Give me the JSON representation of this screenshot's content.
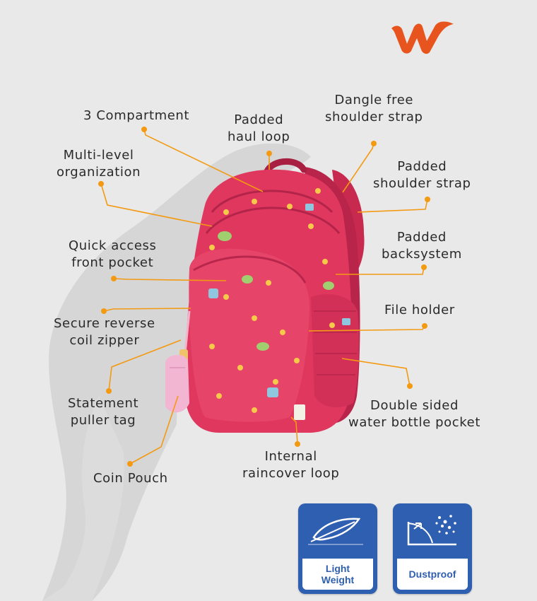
{
  "brand": {
    "logo_icon": "wildcraft-w-logo-icon",
    "logo_color": "#e8541e"
  },
  "colors": {
    "accent_line": "#f39a12",
    "bag_pink": "#e23a62",
    "badge_blue": "#2f5fb0"
  },
  "labels": {
    "three_compartment": {
      "line1": "3 Compartment"
    },
    "padded_haul_loop": {
      "line1": "Padded",
      "line2": "haul loop"
    },
    "dangle_free_strap": {
      "line1": "Dangle free",
      "line2": "shoulder strap"
    },
    "multi_level": {
      "line1": "Multi-level",
      "line2": "organization"
    },
    "padded_shoulder": {
      "line1": "Padded",
      "line2": "shoulder strap"
    },
    "quick_access": {
      "line1": "Quick access",
      "line2": "front pocket"
    },
    "padded_back": {
      "line1": "Padded",
      "line2": "backsystem"
    },
    "file_holder": {
      "line1": "File holder"
    },
    "secure_zipper": {
      "line1": "Secure reverse",
      "line2": "coil zipper"
    },
    "double_sided": {
      "line1": "Double sided",
      "line2": "water bottle pocket"
    },
    "puller_tag": {
      "line1": "Statement",
      "line2": "puller tag"
    },
    "raincover": {
      "line1": "Internal",
      "line2": "raincover loop"
    },
    "coin_pouch": {
      "line1": "Coin Pouch"
    }
  },
  "badges": {
    "light_weight": {
      "line1": "Light",
      "line2": "Weight",
      "icon": "feather-icon"
    },
    "dustproof": {
      "line1": "Dustproof",
      "line2": "",
      "icon": "dust-particles-icon"
    }
  }
}
